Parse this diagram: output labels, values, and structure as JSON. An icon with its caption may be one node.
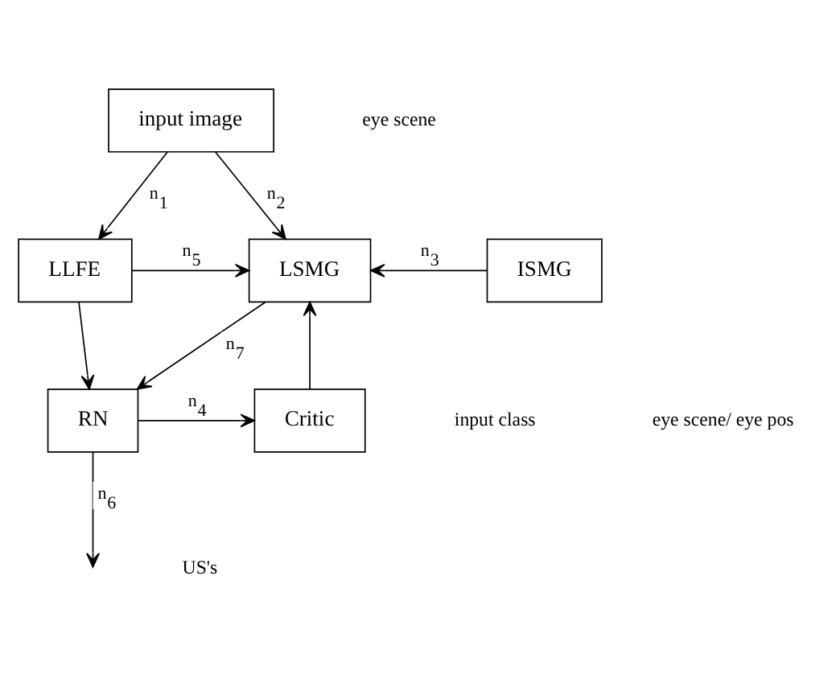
{
  "diagram": {
    "nodes": [
      {
        "text": [
          "input image"
        ]
      },
      {
        "text": [
          "LLFE"
        ]
      },
      {
        "text": [
          "LSMG"
        ]
      },
      {
        "text": [
          "ISMG"
        ]
      },
      {
        "text": [
          "RN"
        ]
      },
      {
        "text": [
          "Critic"
        ]
      }
    ],
    "edges": [
      {
        "from": 0,
        "to": 1,
        "arrow": "to",
        "label": "n$_{1}$"
      },
      {
        "from": 0,
        "to": 2,
        "arrow": "to",
        "label": "n$_{2}$"
      },
      {
        "from": 3,
        "to": 2,
        "arrow": "to",
        "label": "n$_{3}$"
      },
      {
        "from": 1,
        "to": 2,
        "arrow": "to",
        "label": "n$_{5}$"
      },
      {
        "from": 1,
        "to": 4,
        "arrow": "to"
      },
      {
        "from": 2,
        "to": 4,
        "arrow": "to",
        "label": "n$_{7}$"
      },
      {
        "from": 4,
        "to": null,
        "arrow": "to",
        "label": "n$_{6}$"
      },
      {
        "from": 4,
        "to": 5,
        "arrow": "to",
        "label": "n$_{4}$"
      },
      {
        "from": 5,
        "to": 2,
        "arrow": "to"
      }
    ],
    "labels": [
      "eye scene",
      "input class",
      "eye scene/ eye pos",
      "US's"
    ]
  }
}
